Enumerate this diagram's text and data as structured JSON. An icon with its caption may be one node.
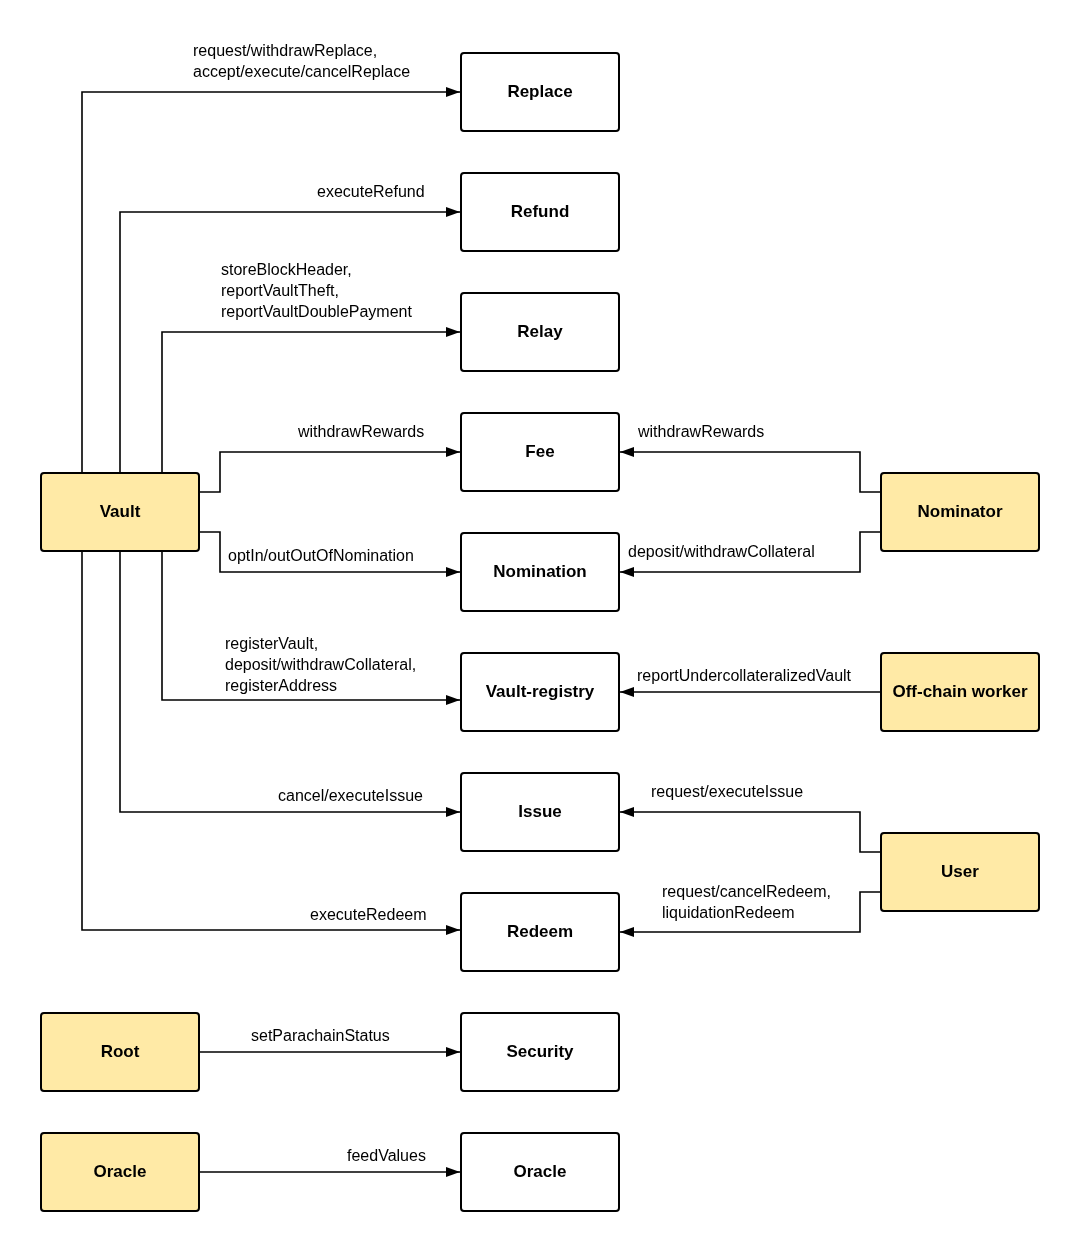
{
  "diagram": {
    "nodes": [
      {
        "text": [
          "Replace"
        ]
      },
      {
        "text": [
          "Refund"
        ]
      },
      {
        "text": [
          "Relay"
        ]
      },
      {
        "text": [
          "Fee"
        ]
      },
      {
        "text": [
          "Vault"
        ]
      },
      {
        "text": [
          "Nominator"
        ]
      },
      {
        "text": [
          "Nomination"
        ]
      },
      {
        "text": [
          "Vault-registry"
        ]
      },
      {
        "text": [
          "Off-chain worker"
        ]
      },
      {
        "text": [
          "Issue"
        ]
      },
      {
        "text": [
          "User"
        ]
      },
      {
        "text": [
          "Redeem"
        ]
      },
      {
        "text": [
          "Root"
        ]
      },
      {
        "text": [
          "Security"
        ]
      },
      {
        "text": [
          "Oracle"
        ]
      },
      {
        "text": [
          "Oracle"
        ]
      }
    ],
    "edges": [
      {
        "from": 4,
        "to": 0,
        "arrow": "to",
        "label": "request/withdrawReplace, accept/execute/cancelReplace"
      },
      {
        "from": 4,
        "to": 1,
        "arrow": "to",
        "label": "executeRefund"
      },
      {
        "from": 4,
        "to": 2,
        "arrow": "to",
        "label": "storeBlockHeader, reportVaultTheft, reportVaultDoublePayment"
      },
      {
        "from": 4,
        "to": 3,
        "arrow": "to",
        "label": "withdrawRewards"
      },
      {
        "from": 4,
        "to": 6,
        "arrow": "to",
        "label": "optIn/outOutOfNomination"
      },
      {
        "from": 4,
        "to": 7,
        "arrow": "to",
        "label": "registerVault, deposit/withdrawCollateral, registerAddress"
      },
      {
        "from": 4,
        "to": 9,
        "arrow": "to",
        "label": "cancel/executeIssue"
      },
      {
        "from": 4,
        "to": 11,
        "arrow": "to",
        "label": "executeRedeem"
      },
      {
        "from": 5,
        "to": 3,
        "arrow": "to",
        "label": "withdrawRewards"
      },
      {
        "from": 5,
        "to": 6,
        "arrow": "to",
        "label": "deposit/withdrawCollateral"
      },
      {
        "from": 8,
        "to": 7,
        "arrow": "to",
        "label": "reportUndercollateralizedVault"
      },
      {
        "from": 10,
        "to": 9,
        "arrow": "to",
        "label": "request/executeIssue"
      },
      {
        "from": 10,
        "to": 11,
        "arrow": "to",
        "label": "request/cancelRedeem, liquidationRedeem"
      },
      {
        "from": 12,
        "to": 13,
        "arrow": "to",
        "label": "setParachainStatus"
      },
      {
        "from": 14,
        "to": 15,
        "arrow": "to",
        "label": "feedValues"
      }
    ]
  }
}
